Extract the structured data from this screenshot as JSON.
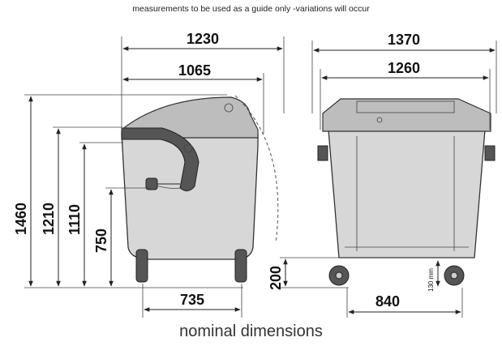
{
  "header": {
    "note": "measurements to be used as a guide only -variations will occur"
  },
  "footer": {
    "caption": "nominal dimensions"
  },
  "side_view": {
    "overall_depth": "1230",
    "body_depth": "1065",
    "base_depth": "735",
    "height_total": "1460",
    "height_lid": "1210",
    "height_rim": "1110",
    "height_handle": "750"
  },
  "front_view": {
    "overall_width": "1370",
    "body_width": "1260",
    "wheel_track": "840",
    "ground_clearance": "200",
    "min_clearance": "130 mm"
  }
}
